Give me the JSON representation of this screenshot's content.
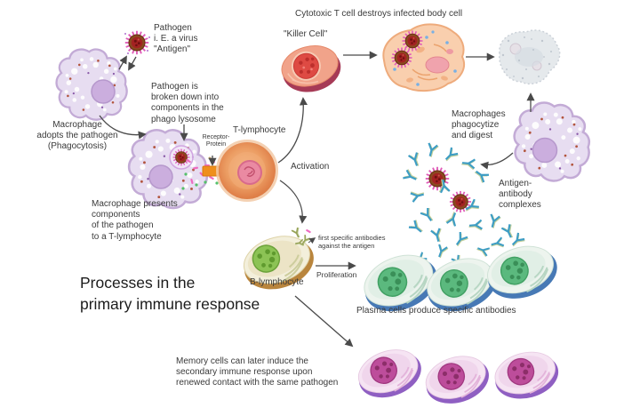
{
  "diagram": {
    "labels": {
      "cytotoxic": "Cytotoxic T cell destroys infected body cell",
      "pathogen": "Pathogen\ni. E. a virus\n\"Antigen\"",
      "killer_cell": "\"Killer Cell\"",
      "pathogen_broken": "Pathogen is\nbroken down into\ncomponents in the\nphago lysosome",
      "macrophage_adopts": "Macrophage\nadopts the pathogen\n(Phagocytosis)",
      "t_lymphocyte": "T-lymphocyte",
      "receptor_protein": "Receptor-\nProtein",
      "activation": "Activation",
      "macrophages_digest": "Macrophages\nphagocytize\nand digest",
      "macrophage_presents": "Macrophage presents\ncomponents\nof the pathogen\nto a T-lymphocyte",
      "antigen_antibody": "Antigen-\nantibody\ncomplexes",
      "first_specific": "first specific antibodies\nagainst the antigen",
      "b_lymphocyte": "B-lymphocyte",
      "proliferation": "Proliferation",
      "main_title": "Processes in the\nprimary immune response",
      "plasma_caption": "Plasma cells produce specific antibodies",
      "memory_caption": "Memory cells can later induce the\nsecondary immune response upon\nrenewed contact with the same pathogen"
    },
    "colors": {
      "background": "#ffffff",
      "text": "#3a3a3a",
      "arrow": "#4a4a4a",
      "macrophage_body": "#e7ddf1",
      "macrophage_nucleus": "#cbaede",
      "virus_core": "#a32222",
      "virus_spikes": "#e05ab8",
      "t_cell": "#e8945a",
      "t_cell_nucleus": "#ea8aa2",
      "killer_cell": "#f1a38a",
      "killer_nucleus": "#de4a43",
      "b_cell_body": "#f3efdb",
      "b_cell_nucleus": "#8cc355",
      "plasma_rim": "#4779b5",
      "plasma_nucleus": "#5bb97e",
      "memory_rim": "#8f5fc2",
      "memory_nucleus": "#bd4d9b",
      "antibody": "#3e9dc4",
      "infected_cell": "#f9cfae",
      "dying_cell": "#e4e8ec",
      "receptor": "#ef8f1c"
    }
  }
}
